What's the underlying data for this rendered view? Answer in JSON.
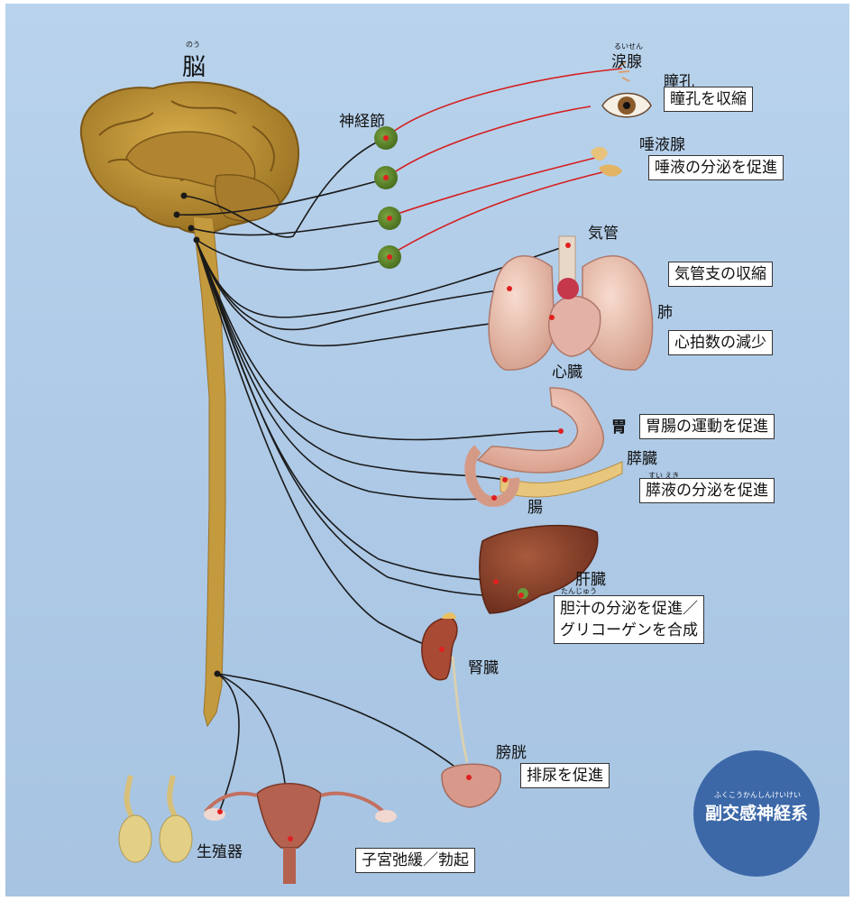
{
  "brain": {
    "label": "脳",
    "ruby": "のう"
  },
  "ganglion": {
    "label": "神経節"
  },
  "lacrimal": {
    "label": "涙腺",
    "ruby": "るいせん"
  },
  "pupil": {
    "label": "瞳孔",
    "effect": "瞳孔を収縮"
  },
  "salivary": {
    "label": "唾液腺",
    "effect": "唾液の分泌を促進"
  },
  "trachea": {
    "label": "気管",
    "effect": "気管支の収縮"
  },
  "lung": {
    "label": "肺"
  },
  "heart": {
    "label": "心臓",
    "effect": "心拍数の減少"
  },
  "stomach": {
    "label": "胃",
    "effect": "胃腸の運動を促進"
  },
  "pancreas": {
    "label": "膵臓",
    "effect": "膵液の分泌を促進",
    "effect_ruby": "すい えき"
  },
  "intestine": {
    "label": "腸"
  },
  "liver": {
    "label": "肝臓",
    "effect_line1": "胆汁の分泌を促進／",
    "effect_line2": "グリコーゲンを合成",
    "effect_ruby": "たんじゅう"
  },
  "kidney": {
    "label": "腎臓"
  },
  "bladder": {
    "label": "膀胱",
    "effect": "排尿を促進"
  },
  "genital": {
    "label": "生殖器",
    "effect": "子宮弛緩／勃起"
  },
  "badge": {
    "title": "副交感神経系",
    "ruby": "ふくこうかんしんけいけい"
  },
  "colors": {
    "background": "#aec9e6",
    "nerve": "#1a1a1a",
    "post_nerve": "#d42020",
    "ganglion": "#5f8a2c",
    "badge": "#3c68a8",
    "brain": "#c89a3a"
  }
}
